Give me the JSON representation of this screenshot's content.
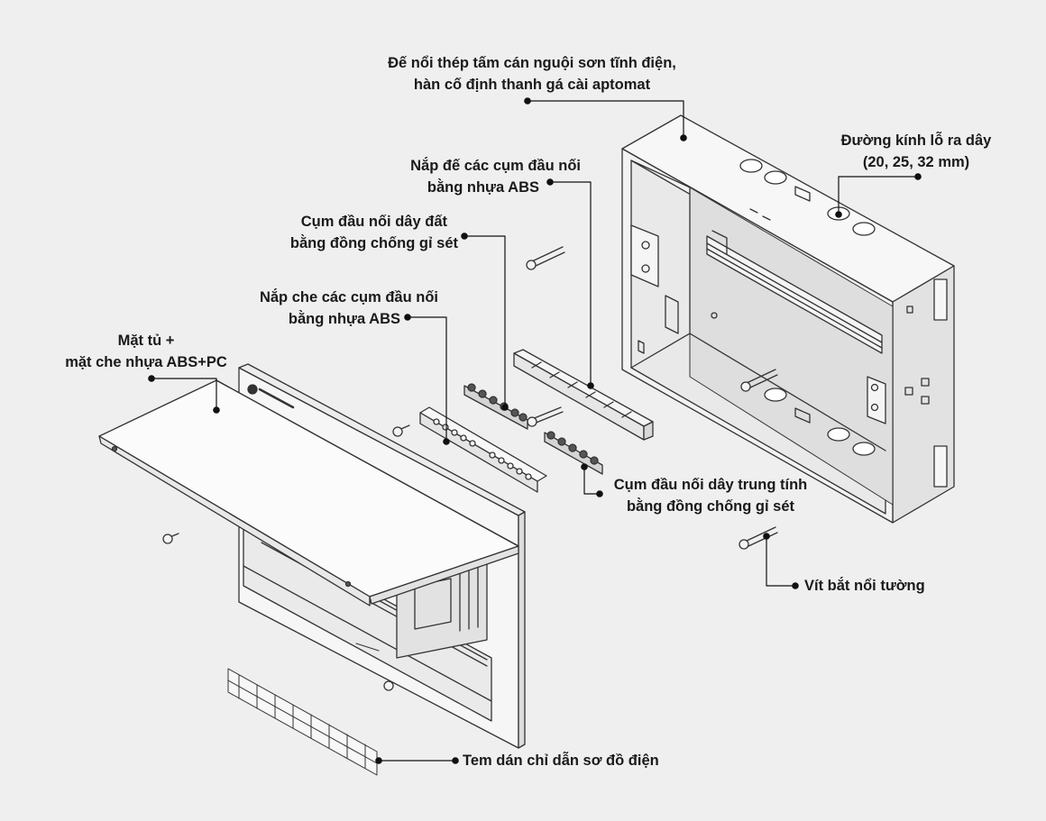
{
  "labels": {
    "base": [
      "Đế nổi thép tấm cán nguội sơn tĩnh điện,",
      "hàn cố định thanh gá cài aptomat"
    ],
    "hole": [
      "Đường kính lỗ ra dây",
      "(20, 25, 32 mm)"
    ],
    "abs_base_cover": [
      "Nắp đế các cụm đầu nối",
      "bằng nhựa ABS"
    ],
    "ground_terminal": [
      "Cụm đầu nối dây đất",
      "bằng đồng chống gỉ sét"
    ],
    "abs_cover": [
      "Nắp che các cụm đầu nối",
      "bằng nhựa ABS"
    ],
    "front_panel": [
      "Mặt tủ +",
      "mặt che nhựa ABS+PC"
    ],
    "neutral_terminal": [
      "Cụm đầu nối dây trung tính",
      "bằng đồng chống gỉ sét"
    ],
    "wall_screw": [
      "Vít bắt nổi tường"
    ],
    "sticker": [
      "Tem dán chỉ dẫn sơ đồ điện"
    ]
  }
}
